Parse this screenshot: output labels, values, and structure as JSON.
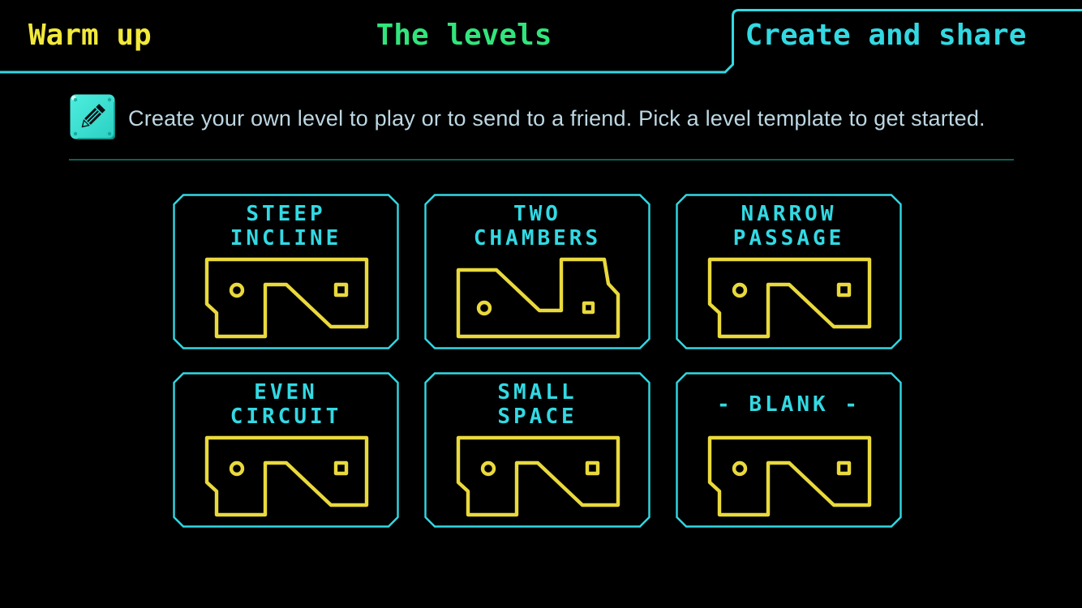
{
  "tabs": [
    {
      "label": "Warm up",
      "color": "#f2e93a",
      "active": false
    },
    {
      "label": "The levels",
      "color": "#31e57c",
      "active": false
    },
    {
      "label": "Create and share",
      "color": "#32d9e3",
      "active": true
    }
  ],
  "intro": {
    "icon": "pencil-edit-icon",
    "text": "Create your own level to play or to send to a friend. Pick a level template to get started."
  },
  "cards": [
    {
      "title": "STEEP\nINCLINE",
      "thumbnail": "level-outline-incline"
    },
    {
      "title": "TWO\nCHAMBERS",
      "thumbnail": "level-outline-two-chambers"
    },
    {
      "title": "NARROW\nPASSAGE",
      "thumbnail": "level-outline-incline"
    },
    {
      "title": "EVEN\nCIRCUIT",
      "thumbnail": "level-outline-incline"
    },
    {
      "title": "SMALL\nSPACE",
      "thumbnail": "level-outline-incline"
    },
    {
      "title": "- BLANK -",
      "thumbnail": "level-outline-incline"
    }
  ],
  "colors": {
    "background": "#000000",
    "accent_cyan": "#32d9e3",
    "tab_yellow": "#f2e93a",
    "tab_green": "#31e57c",
    "shape_yellow": "#e9d93c",
    "description_text": "#bdd7e2",
    "divider_teal": "#0e6154",
    "pencil_button_turquoise": "#3ae4d5"
  }
}
